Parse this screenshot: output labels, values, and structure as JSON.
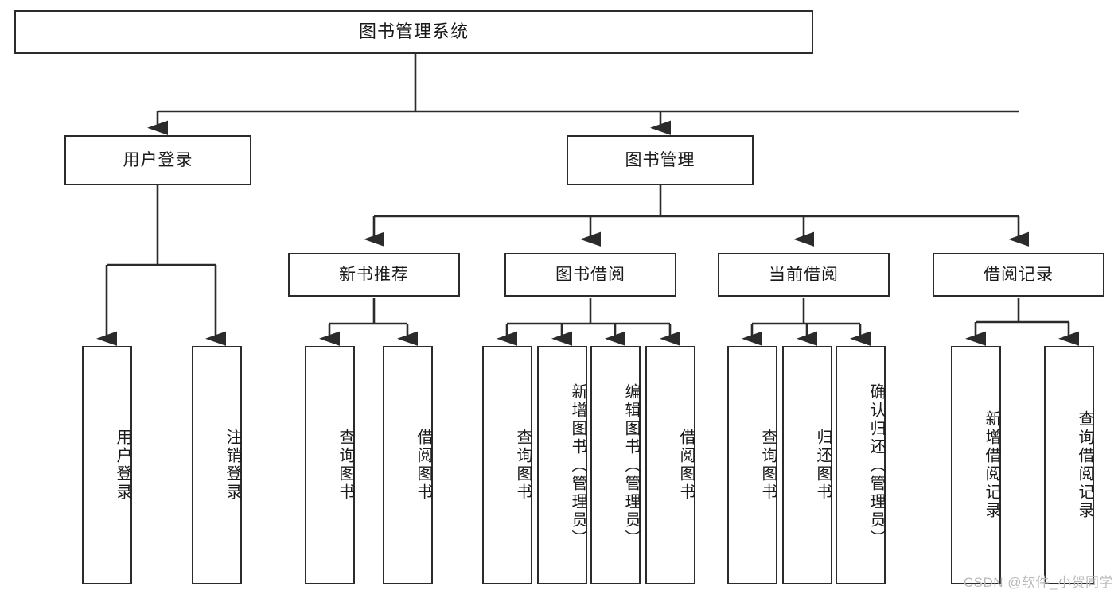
{
  "diagram": {
    "title": "图书管理系统",
    "type": "tree",
    "colors": {
      "box_border": "#2b2b2b",
      "box_fill": "#ffffff",
      "connector": "#2b2b2b",
      "text": "#1a1a1a",
      "watermark": "#b9b9b9",
      "background": "#ffffff"
    },
    "root": {
      "label": "图书管理系统"
    },
    "level2": [
      {
        "label": "用户登录"
      },
      {
        "label": "图书管理"
      }
    ],
    "level3": [
      {
        "label": "新书推荐"
      },
      {
        "label": "图书借阅"
      },
      {
        "label": "当前借阅"
      },
      {
        "label": "借阅记录"
      }
    ],
    "leaves": {
      "user_login": [
        {
          "label": "用户登录"
        },
        {
          "label": "注销登录"
        }
      ],
      "new_book_recommend": [
        {
          "label": "查询图书"
        },
        {
          "label": "借阅图书"
        }
      ],
      "book_borrow": [
        {
          "label": "查询图书"
        },
        {
          "label": "新增图书（管理员）"
        },
        {
          "label": "编辑图书（管理员）"
        },
        {
          "label": "借阅图书"
        }
      ],
      "current_borrow": [
        {
          "label": "查询图书"
        },
        {
          "label": "归还图书"
        },
        {
          "label": "确认归还（管理员）"
        }
      ],
      "borrow_record": [
        {
          "label": "新增借阅记录"
        },
        {
          "label": "查询借阅记录"
        }
      ]
    }
  },
  "watermark": {
    "text": "CSDN @软件_小贺同学"
  }
}
